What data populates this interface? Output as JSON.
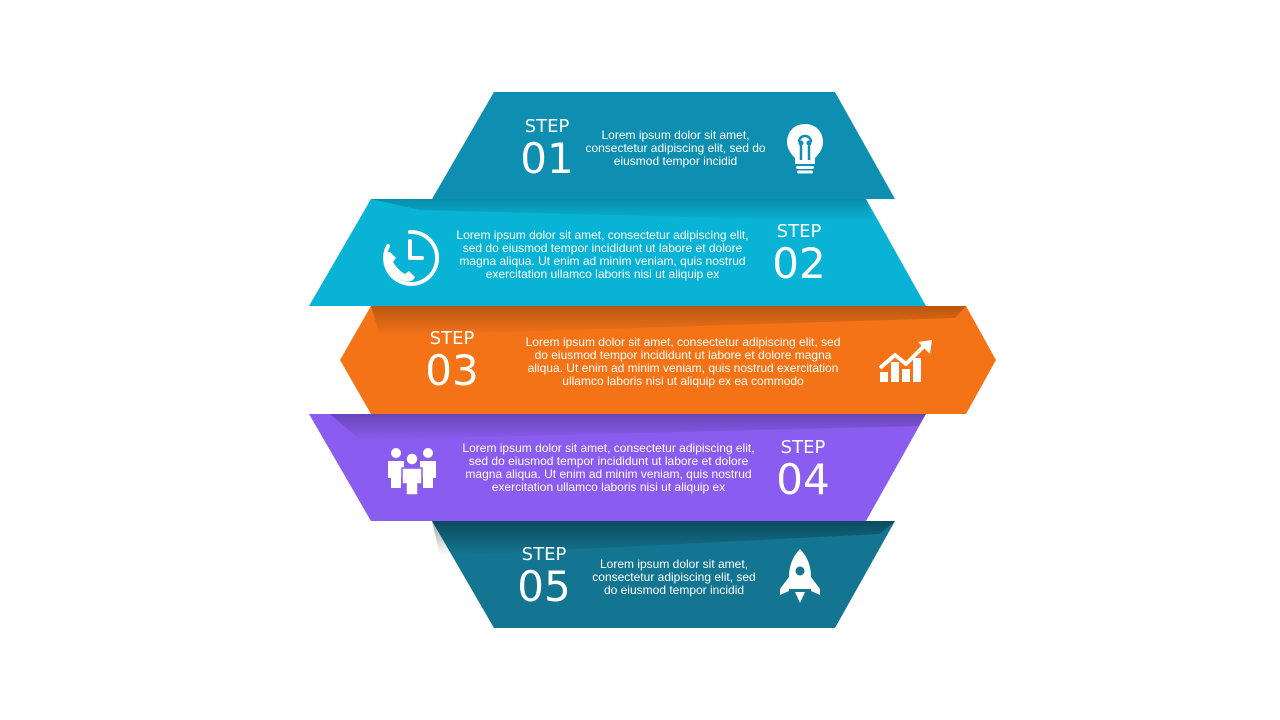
{
  "colors": {
    "step1": "#0e8fb2",
    "step2": "#09b3d6",
    "step3": "#f57317",
    "step4": "#8a5cf0",
    "step5": "#137591"
  },
  "steps": [
    {
      "step_word": "STEP",
      "number": "01",
      "text": "Lorem ipsum dolor sit amet, consectetur adipiscing elit, sed do eiusmod tempor incidid",
      "icon": "lightbulb-icon"
    },
    {
      "step_word": "STEP",
      "number": "02",
      "text": "Lorem ipsum dolor sit amet, consectetur adipiscing elit, sed do eiusmod tempor incididunt ut labore et dolore magna aliqua. Ut enim ad minim veniam, quis nostrud exercitation ullamco laboris nisi ut aliquip ex",
      "icon": "phone-clock-icon"
    },
    {
      "step_word": "STEP",
      "number": "03",
      "text": "Lorem ipsum dolor sit amet, consectetur adipiscing elit, sed do eiusmod tempor incididunt ut labore et dolore magna aliqua. Ut enim ad minim veniam, quis nostrud exercitation ullamco laboris nisi ut aliquip ex ea commodo",
      "icon": "growth-chart-icon"
    },
    {
      "step_word": "STEP",
      "number": "04",
      "text": "Lorem ipsum dolor sit amet, consectetur adipiscing elit, sed do eiusmod tempor incididunt ut labore et dolore magna aliqua. Ut enim ad minim veniam, quis nostrud exercitation ullamco laboris nisi ut aliquip ex",
      "icon": "team-icon"
    },
    {
      "step_word": "STEP",
      "number": "05",
      "text": "Lorem ipsum dolor sit amet, consectetur adipiscing elit, sed do eiusmod tempor incidid",
      "icon": "rocket-icon"
    }
  ]
}
